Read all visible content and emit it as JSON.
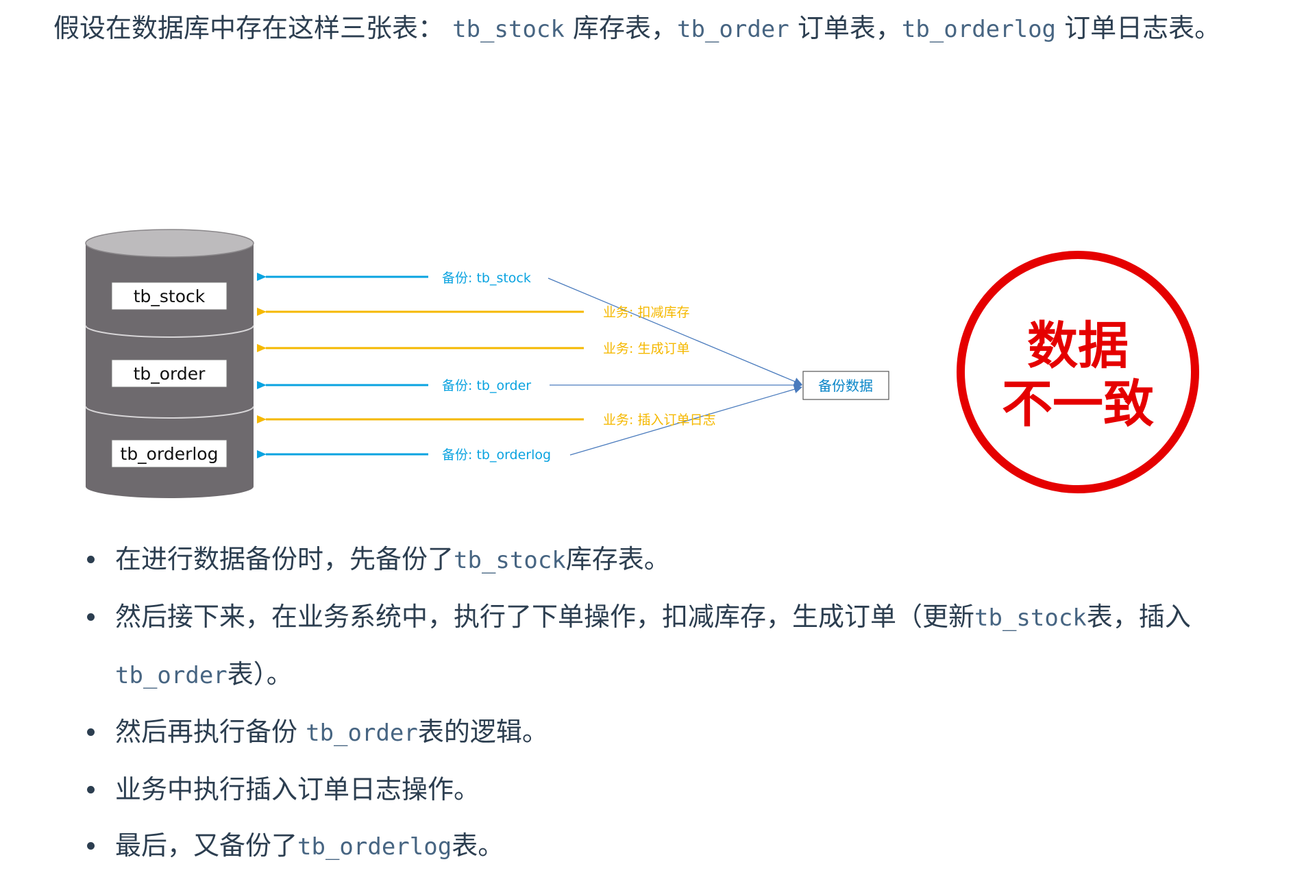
{
  "intro": {
    "t1": "假设在数据库中存在这样三张表：",
    "code1": "tb_stock",
    "t2": "库存表，",
    "code2": "tb_order",
    "t3": "订单表，",
    "code3": "tb_orderlog",
    "t4": "订单日志表。"
  },
  "diagram": {
    "tables": [
      "tb_stock",
      "tb_order",
      "tb_orderlog"
    ],
    "arrows": [
      {
        "kind": "backup",
        "label": "备份: tb_stock"
      },
      {
        "kind": "business",
        "label": "业务: 扣减库存"
      },
      {
        "kind": "business",
        "label": "业务: 生成订单"
      },
      {
        "kind": "backup",
        "label": "备份: tb_order"
      },
      {
        "kind": "business",
        "label": "业务: 插入订单日志"
      },
      {
        "kind": "backup",
        "label": "备份: tb_orderlog"
      }
    ],
    "backup_box": "备份数据",
    "stamp": {
      "line1": "数据",
      "line2": "不一致"
    },
    "colors": {
      "backup": "#0aa3e0",
      "business": "#f5b800",
      "stamp": "#e50000",
      "cylinder": "#6e6a6e",
      "cylinder_top": "#bdbbbd",
      "link": "#4a7bbd"
    }
  },
  "bullets": {
    "b1": {
      "t1": "在进行数据备份时，先备份了",
      "code": "tb_stock",
      "t2": "库存表。"
    },
    "b2": {
      "t1": "然后接下来，在业务系统中，执行了下单操作，扣减库存，生成订单（更新",
      "code1": "tb_stock",
      "t2": "表，插入",
      "code2": "tb_order",
      "t3": "表）。"
    },
    "b3": {
      "t1": "然后再执行备份 ",
      "code": "tb_order",
      "t2": "表的逻辑。"
    },
    "b4": {
      "t1": "业务中执行插入订单日志操作。"
    },
    "b5": {
      "t1": "最后，又备份了",
      "code": "tb_orderlog",
      "t2": "表。"
    }
  }
}
